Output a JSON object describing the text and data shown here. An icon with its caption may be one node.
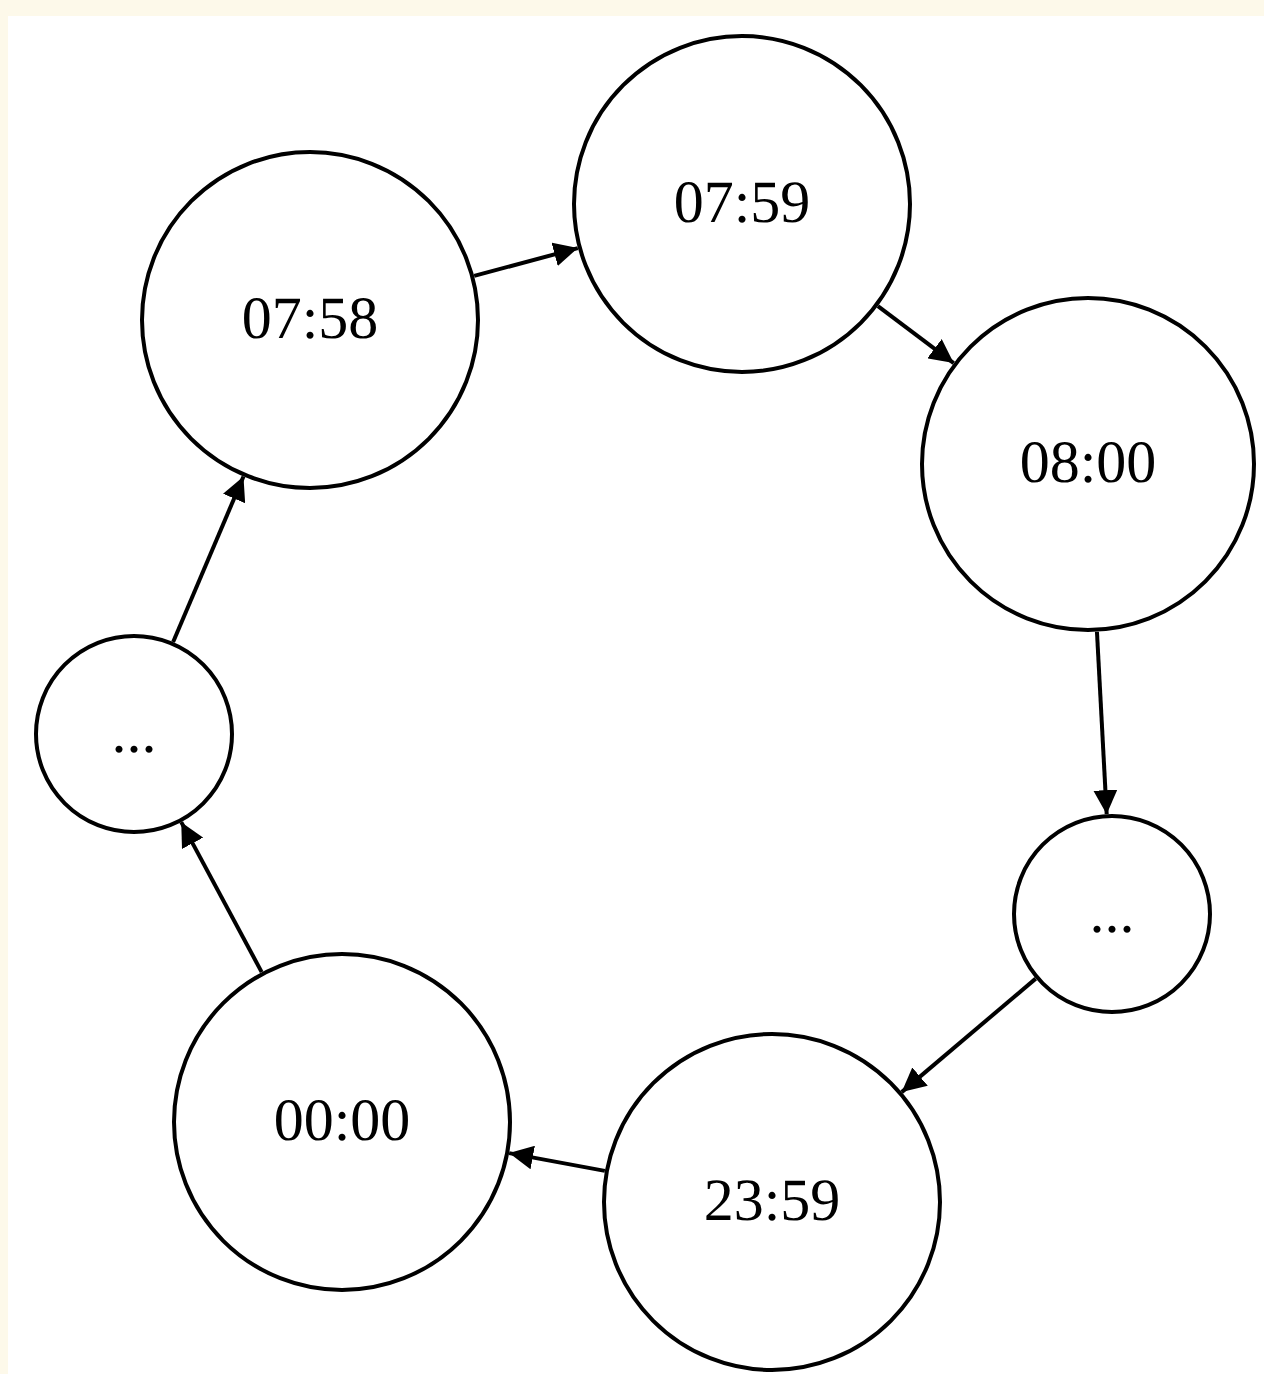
{
  "diagram": {
    "nodes": [
      {
        "text": [
          "07:58"
        ]
      },
      {
        "text": [
          "07:59"
        ]
      },
      {
        "text": [
          "08:00"
        ]
      },
      {
        "text": [
          "..."
        ]
      },
      {
        "text": [
          "23:59"
        ]
      },
      {
        "text": [
          "00:00"
        ]
      },
      {
        "text": [
          "..."
        ]
      }
    ],
    "edges": [
      {
        "from": 0,
        "to": 1,
        "arrow": "to"
      },
      {
        "from": 1,
        "to": 2,
        "arrow": "to"
      },
      {
        "from": 2,
        "to": 3,
        "arrow": "to"
      },
      {
        "from": 3,
        "to": 4,
        "arrow": "to"
      },
      {
        "from": 4,
        "to": 5,
        "arrow": "to"
      },
      {
        "from": 5,
        "to": 6,
        "arrow": "to"
      },
      {
        "from": 6,
        "to": 0,
        "arrow": "to"
      }
    ]
  }
}
